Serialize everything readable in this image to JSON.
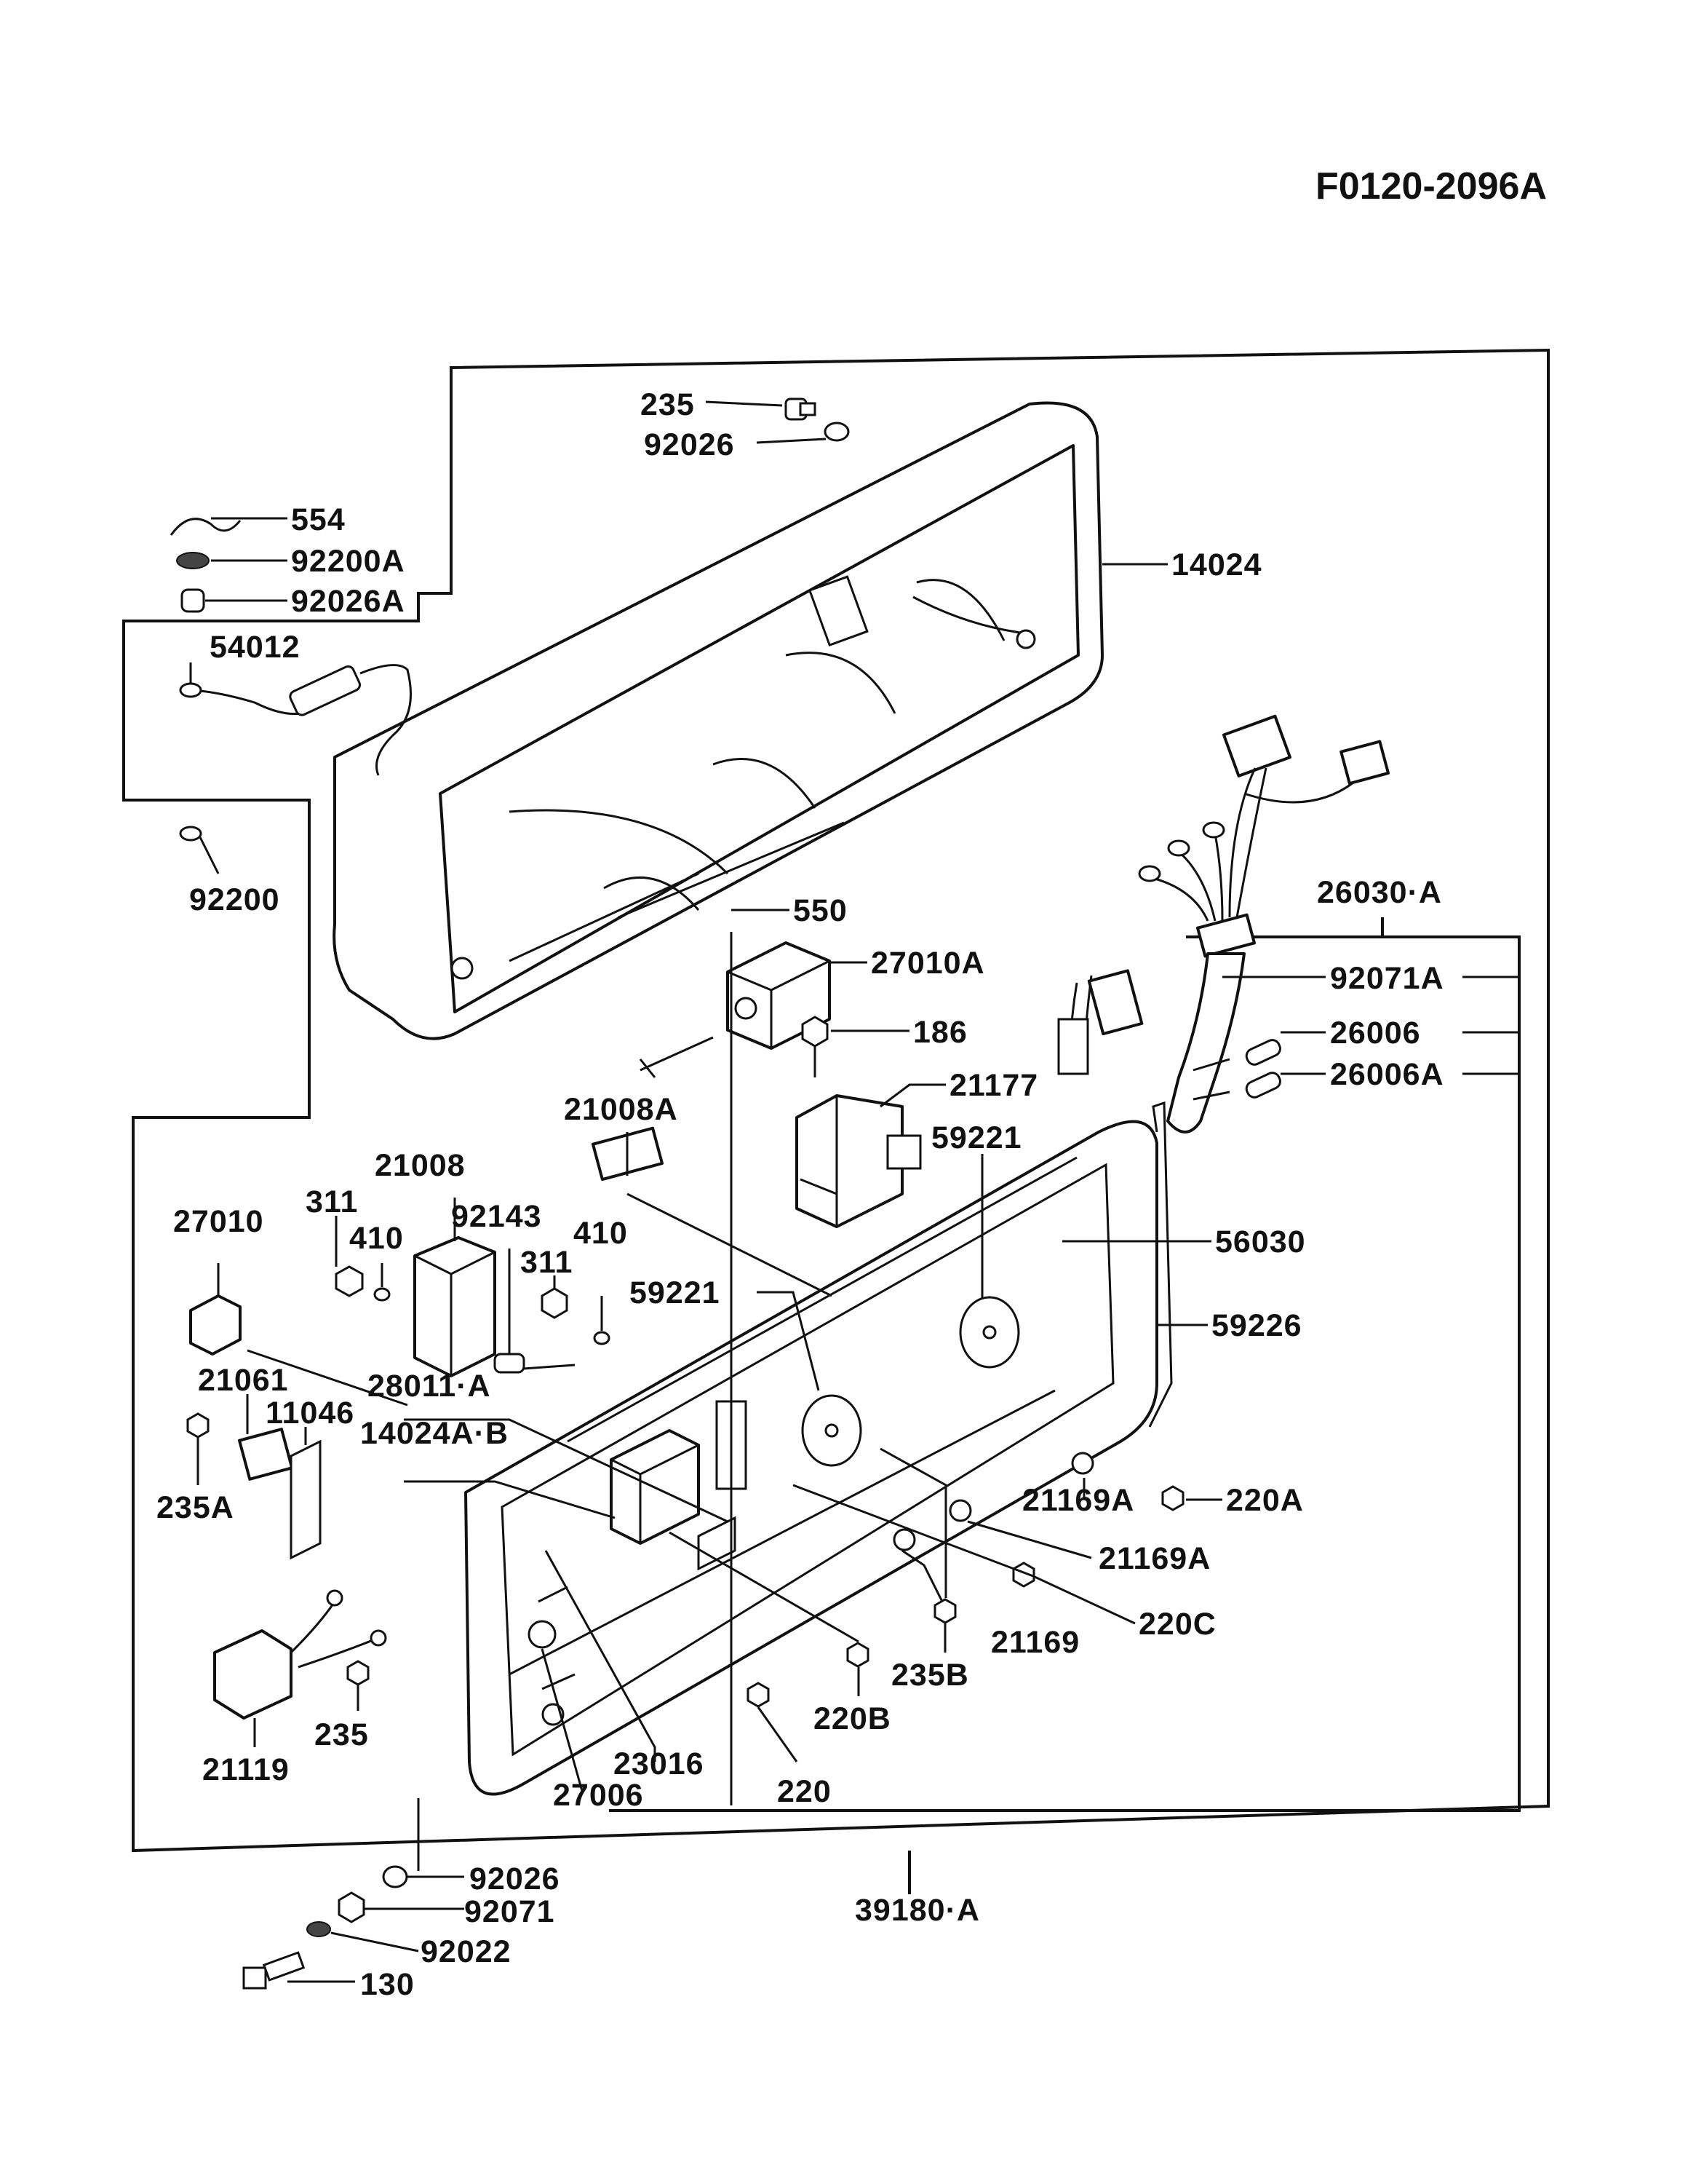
{
  "figure_code": "F0120-2096A",
  "parts": [
    {
      "id": "235-top",
      "label": "235"
    },
    {
      "id": "92026-top",
      "label": "92026"
    },
    {
      "id": "554",
      "label": "554"
    },
    {
      "id": "92200A",
      "label": "92200A"
    },
    {
      "id": "92026A",
      "label": "92026A"
    },
    {
      "id": "54012",
      "label": "54012"
    },
    {
      "id": "92200",
      "label": "92200"
    },
    {
      "id": "14024",
      "label": "14024"
    },
    {
      "id": "550",
      "label": "550"
    },
    {
      "id": "27010A",
      "label": "27010A"
    },
    {
      "id": "186",
      "label": "186"
    },
    {
      "id": "21177",
      "label": "21177"
    },
    {
      "id": "26030-A",
      "label": "26030·A"
    },
    {
      "id": "92071A",
      "label": "92071A"
    },
    {
      "id": "26006",
      "label": "26006"
    },
    {
      "id": "26006A",
      "label": "26006A"
    },
    {
      "id": "21008A",
      "label": "21008A"
    },
    {
      "id": "59221-right",
      "label": "59221"
    },
    {
      "id": "21008",
      "label": "21008"
    },
    {
      "id": "311-left",
      "label": "311"
    },
    {
      "id": "410-left",
      "label": "410"
    },
    {
      "id": "92143",
      "label": "92143"
    },
    {
      "id": "27010",
      "label": "27010"
    },
    {
      "id": "410-right",
      "label": "410"
    },
    {
      "id": "311-right",
      "label": "311"
    },
    {
      "id": "56030",
      "label": "56030"
    },
    {
      "id": "59221-left",
      "label": "59221"
    },
    {
      "id": "59226",
      "label": "59226"
    },
    {
      "id": "21061",
      "label": "21061"
    },
    {
      "id": "28011-A",
      "label": "28011·A"
    },
    {
      "id": "11046",
      "label": "11046"
    },
    {
      "id": "14024A-B",
      "label": "14024A·B"
    },
    {
      "id": "220A",
      "label": "220A"
    },
    {
      "id": "235A",
      "label": "235A"
    },
    {
      "id": "21169A-upper",
      "label": "21169A"
    },
    {
      "id": "21169A-lower",
      "label": "21169A"
    },
    {
      "id": "220C",
      "label": "220C"
    },
    {
      "id": "21169",
      "label": "21169"
    },
    {
      "id": "235B",
      "label": "235B"
    },
    {
      "id": "235-left",
      "label": "235"
    },
    {
      "id": "220B",
      "label": "220B"
    },
    {
      "id": "23016",
      "label": "23016"
    },
    {
      "id": "21119",
      "label": "21119"
    },
    {
      "id": "220",
      "label": "220"
    },
    {
      "id": "27006",
      "label": "27006"
    },
    {
      "id": "92026-bottom",
      "label": "92026"
    },
    {
      "id": "39180-A",
      "label": "39180·A"
    },
    {
      "id": "92071",
      "label": "92071"
    },
    {
      "id": "92022",
      "label": "92022"
    },
    {
      "id": "130",
      "label": "130"
    }
  ]
}
